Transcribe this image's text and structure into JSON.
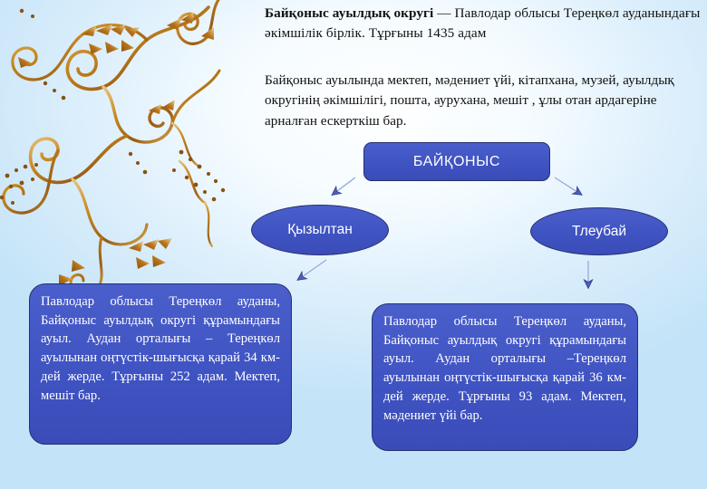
{
  "slide": {
    "background_top": "#eaf6fd",
    "accent_blue": "#3f53c2",
    "accent_border": "#26306e",
    "ornament_gold": "#c8881f"
  },
  "header": {
    "lead_title": "Байқоныс ауылдық округі",
    "lead_rest": " — Павлодар облысы Тереңкөл ауданындағы әкімшілік бірлік. Тұрғыны 1435 адам",
    "paragraph2": "Байқоныс ауылында мектеп, мәдениет үйі, кітапхана, музей, ауылдық округінің әкімшілігі, пошта, аурухана, мешіт , ұлы отан ардагеріне арналған ескерткіш бар."
  },
  "diagram": {
    "root": {
      "label": "БАЙҚОНЫС"
    },
    "branches": [
      {
        "label": "Қызылтан"
      },
      {
        "label": "Тлеубай"
      }
    ],
    "cards": [
      {
        "text": "Павлодар облысы Тереңкөл ауданы, Байқоныс ауылдық округі құрамындағы ауыл. Аудан орталығы – Тереңкөл ауылынан оңтүстік-шығысқа қарай 34 км-дей жерде. Тұрғыны 252 адам. Мектеп, мешіт бар."
      },
      {
        "text": "Павлодар облысы Тереңкөл ауданы, Байқоныс ауылдық округі құрамындағы ауыл. Аудан орталығы –Тереңкөл ауылынан оңтүстік-шығысқа қарай 36 км-дей жерде. Тұрғыны 93 адам. Мектеп, мәдениет үйі бар."
      }
    ],
    "connectors": [
      {
        "name": "root-to-kyzyltan",
        "direction": "down-left"
      },
      {
        "name": "root-to-tleubai",
        "direction": "down-right"
      },
      {
        "name": "kyzyltan-to-card",
        "direction": "down-left"
      },
      {
        "name": "tleubai-to-card",
        "direction": "down"
      }
    ]
  }
}
